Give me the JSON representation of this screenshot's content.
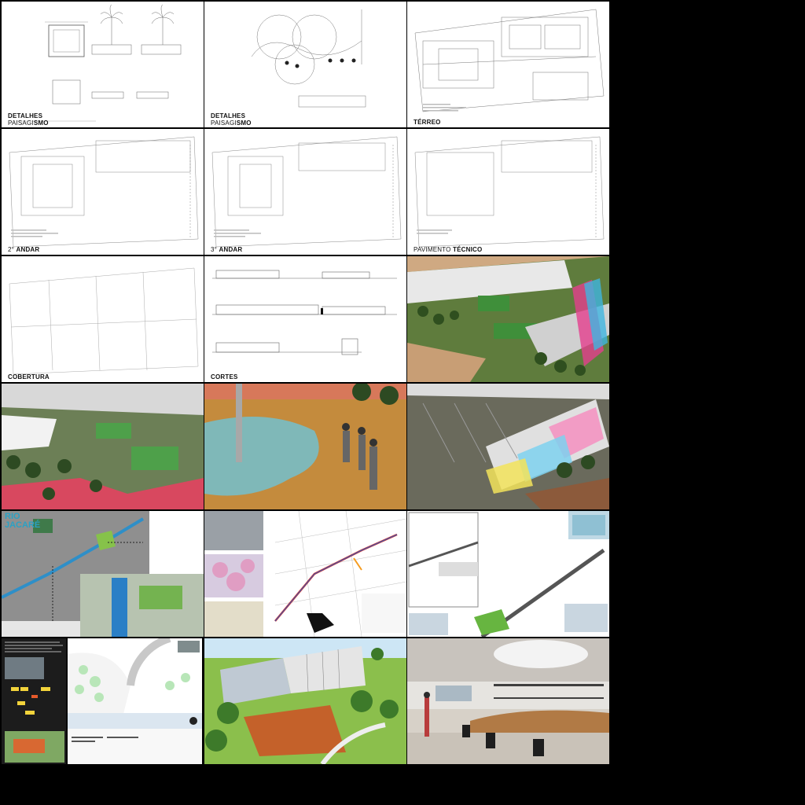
{
  "sheets": [
    {
      "id": "detalhes-1",
      "caption_l1": "DETALHES",
      "caption_l2a": "PAISAGI",
      "caption_l2b": "SMO"
    },
    {
      "id": "detalhes-2",
      "caption_l1": "DETALHES",
      "caption_l2a": "PAISAGI",
      "caption_l2b": "SMO"
    },
    {
      "id": "terreo",
      "caption": "TÉRREO"
    },
    {
      "id": "andar-2",
      "caption_a": "2° ",
      "caption_b": "ANDAR"
    },
    {
      "id": "andar-3",
      "caption_a": "3° ",
      "caption_b": "ANDAR"
    },
    {
      "id": "pavimento",
      "caption_a": "PAVIMENTO ",
      "caption_b": "TÉCNICO"
    },
    {
      "id": "cobertura",
      "caption": "COBERTURA"
    },
    {
      "id": "cortes",
      "caption": "CORTES"
    },
    {
      "id": "render-aerial-1"
    },
    {
      "id": "render-aerial-2"
    },
    {
      "id": "render-pool"
    },
    {
      "id": "render-roof"
    },
    {
      "id": "map-rio",
      "title_l1": "RIO",
      "title_l2": "JACARÉ"
    },
    {
      "id": "map-route"
    },
    {
      "id": "map-detail"
    },
    {
      "id": "board-dark"
    },
    {
      "id": "render-building"
    },
    {
      "id": "render-interior"
    }
  ]
}
